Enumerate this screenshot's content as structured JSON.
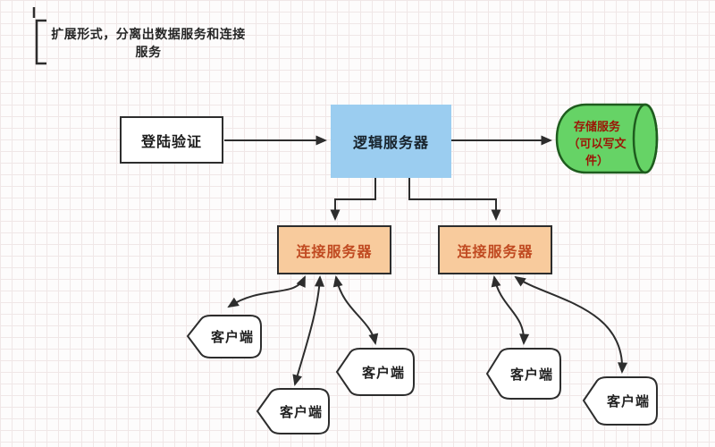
{
  "title": "扩展形式，分离出数据服务和连接服务",
  "nodes": {
    "login": {
      "label": "登陆验证"
    },
    "logic_server": {
      "label": "逻辑服务器"
    },
    "storage": {
      "label": "存储服务（可以写文件）"
    },
    "connection_servers": [
      {
        "label": "连接服务器"
      },
      {
        "label": "连接服务器"
      }
    ],
    "clients": [
      {
        "label": "客户端"
      },
      {
        "label": "客户端"
      },
      {
        "label": "客户端"
      },
      {
        "label": "客户端"
      },
      {
        "label": "客户端"
      }
    ]
  },
  "colors": {
    "logic_fill": "#9bcdf0",
    "connection_fill": "#f8cb9d",
    "connection_text": "#c04a21",
    "storage_fill": "#66d366",
    "storage_stroke": "#1e5c1e",
    "storage_text": "#9b1606",
    "line": "#2d2d2d",
    "client_fill": "#ffffff"
  }
}
